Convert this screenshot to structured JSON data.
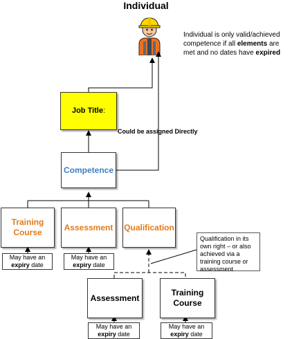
{
  "title": "Individual",
  "icons": {
    "person": "construction-worker-icon"
  },
  "note": {
    "part1": "Individual is only valid/achieved competence if all ",
    "bold1": "elements",
    "part2": " are met and no dates have ",
    "bold2": "expired"
  },
  "job_title": {
    "label": "Job Title",
    "suffix": ":"
  },
  "assign_label": "Could be assigned Directly",
  "competence": "Competence",
  "training_course": [
    "Training",
    "Course"
  ],
  "assessment": "Assessment",
  "qualification": "Qualification",
  "expiry": {
    "line1": "May have an",
    "bold": "expiry",
    "rest": " date"
  },
  "callout": "Qualification in its own right – or also achieved via a training course or assessment",
  "sub_assessment": "Assessment",
  "sub_training": [
    "Training",
    "Course"
  ],
  "colors": {
    "job_title_fill": "#ffff00",
    "orange": "#e07b1a",
    "blue": "#3f7fc0"
  }
}
